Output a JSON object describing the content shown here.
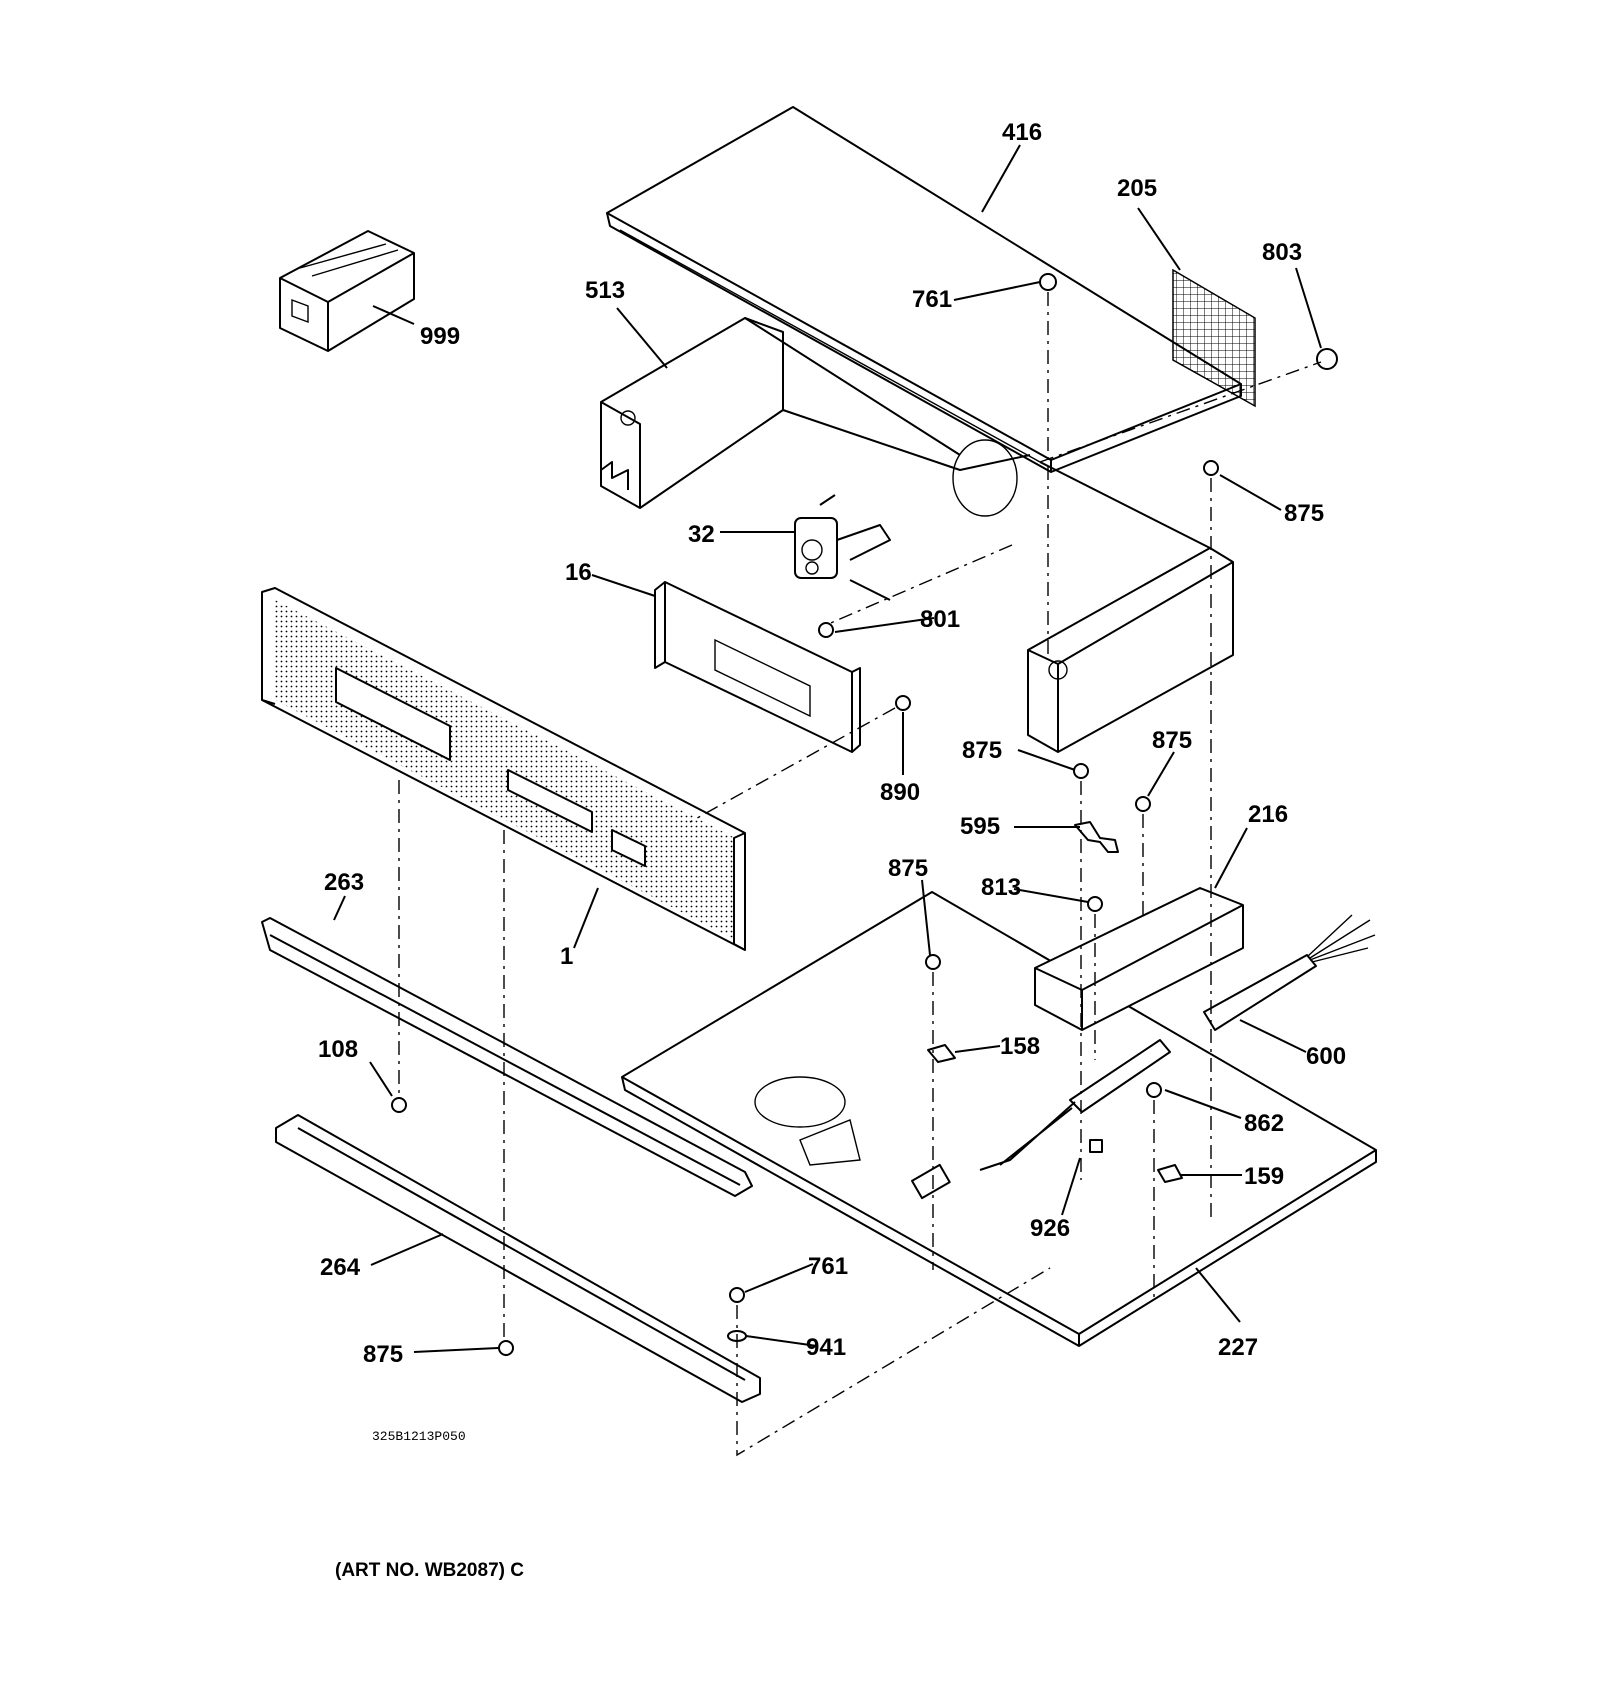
{
  "diagram": {
    "callouts": {
      "c416": "416",
      "c205": "205",
      "c803": "803",
      "c513": "513",
      "c761a": "761",
      "c999": "999",
      "c875a": "875",
      "c32": "32",
      "c16": "16",
      "c801": "801",
      "c890": "890",
      "c875b": "875",
      "c875c": "875",
      "c216": "216",
      "c595": "595",
      "c263": "263",
      "c875d": "875",
      "c813": "813",
      "c1": "1",
      "c108": "108",
      "c158": "158",
      "c600": "600",
      "c862": "862",
      "c159": "159",
      "c926": "926",
      "c264": "264",
      "c761b": "761",
      "c941": "941",
      "c875e": "875",
      "c227": "227"
    },
    "drawing_number": "325B1213P050",
    "art_number": "(ART NO. WB2087) C"
  }
}
